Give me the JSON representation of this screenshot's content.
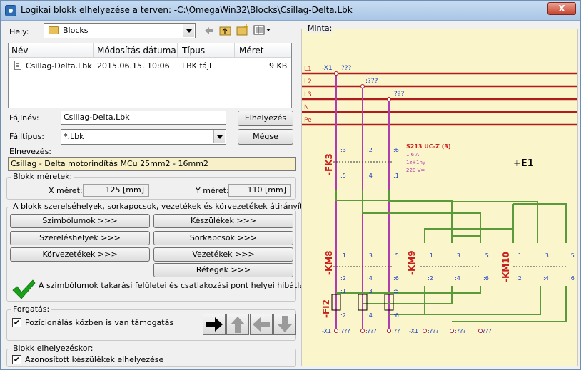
{
  "window": {
    "title": "Logikai blokk elhelyezése a terven: -C:\\OmegaWin32\\Blocks\\Csillag-Delta.Lbk",
    "close_label": "X"
  },
  "location": {
    "label": "Hely:",
    "value": "Blocks"
  },
  "file_list": {
    "columns": [
      "Név",
      "Módosítás dátuma",
      "Típus",
      "Méret"
    ],
    "rows": [
      {
        "name": "Csillag-Delta.Lbk",
        "date": "2015.06.15. 10:06",
        "type": "LBK fájl",
        "size": "9 KB"
      }
    ]
  },
  "filename": {
    "label": "Fájlnév:",
    "value": "Csillag-Delta.Lbk",
    "place_button": "Elhelyezés"
  },
  "filetype": {
    "label": "Fájltípus:",
    "value": "*.Lbk",
    "cancel_button": "Mégse"
  },
  "name": {
    "label": "Elnevezés:",
    "value": "Csillag - Delta motorindítás MCu 25mm2 - 16mm2"
  },
  "dimensions": {
    "title": "Blokk méretek:",
    "x_label": "X méret:",
    "x_value": "125 [mm]",
    "y_label": "Y méret:",
    "y_value": "110 [mm]"
  },
  "redirect": {
    "title": "A blokk szerelséhelyek, sorkapocsok, vezetékek és körvezetékek átirányítása:",
    "buttons": {
      "symbols": "Szimbólumok >>>",
      "devices": "Készülékek >>>",
      "locations": "Szereléshelyek >>>",
      "terminals": "Sorkapcsok >>>",
      "circuit_wires": "Körvezetékek >>>",
      "wires": "Vezetékek >>>",
      "layers": "Rétegek >>>"
    },
    "status_text": "A szimbólumok takarási felületei és csatlakozási pont helyei hibátlanok!",
    "status_color": "#1aa01a"
  },
  "rotation": {
    "title": "Forgatás:",
    "checkbox_label": "Pozícionálás közben is van támogatás",
    "checked": true
  },
  "placement": {
    "title": "Blokk elhelyezéskor:",
    "checkbox_label": "Azonosított készülékek elhelyezése",
    "checked": true
  },
  "sample": {
    "label": "Minta:",
    "rails": [
      "L1",
      "L2",
      "L3",
      "N",
      "Pe"
    ],
    "x1_top": "-X1",
    "q_marks": ":???",
    "q_marks_2": ":??",
    "fk3": "-FK3",
    "km8": "-KM8",
    "km9": "-KM9",
    "km10": "-KM10",
    "fi2": "-FI2",
    "e1": "+E1",
    "fk3_spec_1": "S213 UC-Z (3)",
    "fk3_spec_2": "1.6 A",
    "fk3_spec_3": "1z+1ny",
    "fk3_spec_4": "220 V=",
    "pins": {
      "p1": ":1",
      "p2": ":2",
      "p3": ":3",
      "p4": ":4",
      "p5": ":5",
      "p6": ":6"
    },
    "bottom_x1_left": "-X1",
    "bottom_x1_right": "-X1",
    "colors": {
      "rail": "#b01c1c",
      "purple": "#b03cb0",
      "green": "#5a9a3a",
      "blue": "#1a3cc8",
      "label_red": "#c8201c"
    }
  }
}
